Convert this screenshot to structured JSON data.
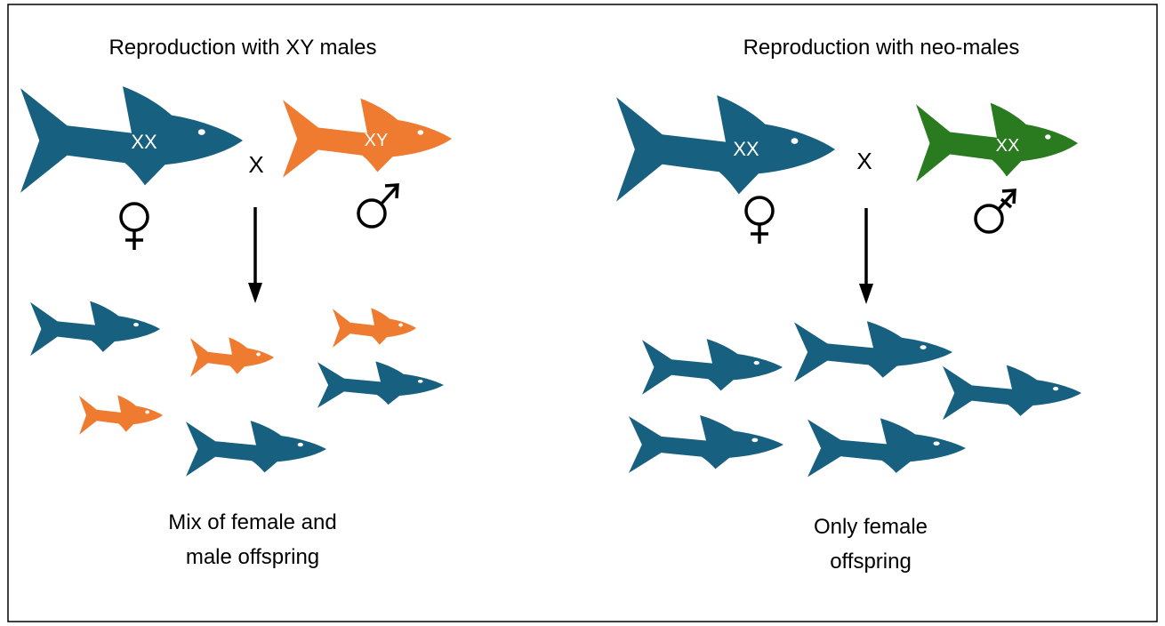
{
  "colors": {
    "female": "#18607f",
    "xy_male": "#ee7b30",
    "neo_male": "#2a7a1f",
    "eye": "#ffffff",
    "label": "#ffffff",
    "text": "#000000",
    "border": "#000000"
  },
  "left_panel": {
    "title": "Reproduction with XY males",
    "female_fish_label": "XX",
    "male_fish_label": "XY",
    "cross_symbol": "X",
    "female_symbol": "female-symbol",
    "male_symbol": "male-symbol",
    "caption_line1": "Mix of female and",
    "caption_line2": "male offspring"
  },
  "right_panel": {
    "title": "Reproduction with neo-males",
    "female_fish_label": "XX",
    "male_fish_label": "XX",
    "cross_symbol": "X",
    "female_symbol": "female-symbol",
    "male_symbol": "male-symbol",
    "caption_line1": "Only female",
    "caption_line2": "offspring"
  }
}
